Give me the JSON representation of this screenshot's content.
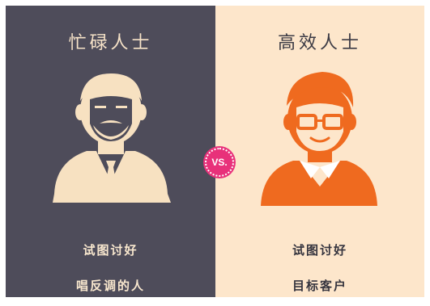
{
  "left": {
    "title": "忙碌人士",
    "caption_1": "试图讨好",
    "caption_2": "唱反调的人"
  },
  "right": {
    "title": "高效人士",
    "caption_1": "试图讨好",
    "caption_2": "目标客户"
  },
  "badge": {
    "text": "VS."
  },
  "colors": {
    "left_background": "#4e4c5a",
    "right_background": "#fde6cb",
    "left_figure": "#f7e1c1",
    "right_figure": "#ef6a1f",
    "badge": "#e8317a"
  },
  "icons": {
    "left_figure": "businessman-icon",
    "right_figure": "glasses-man-icon"
  }
}
